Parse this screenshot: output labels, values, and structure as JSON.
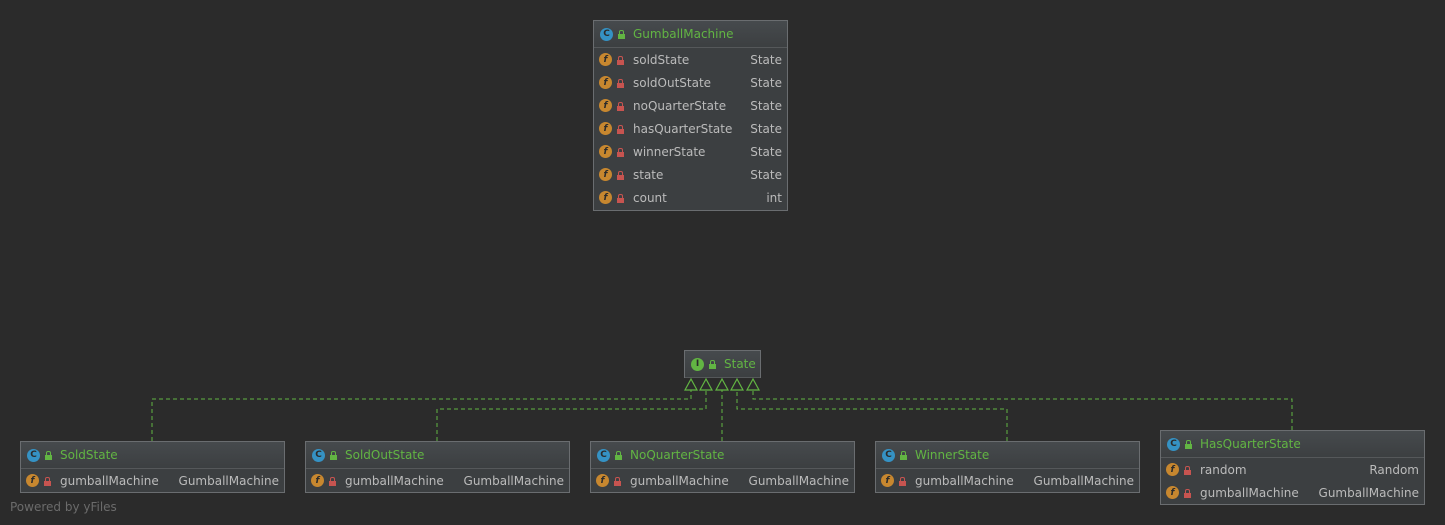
{
  "diagram": {
    "edge_type": "realization",
    "colors": {
      "background": "#2b2b2b",
      "node_fill": "#3c3f41",
      "node_border": "#6a6d70",
      "title": "#62b543",
      "edge": "#62b543",
      "field_badge": "#c7872f",
      "lock": "#c75450",
      "class_badge": "#3592c4"
    },
    "nodes": [
      {
        "id": "gumballmachine",
        "kind": "class",
        "kind_letter": "C",
        "name": "GumballMachine",
        "fields": [
          {
            "name": "soldState",
            "type": "State"
          },
          {
            "name": "soldOutState",
            "type": "State"
          },
          {
            "name": "noQuarterState",
            "type": "State"
          },
          {
            "name": "hasQuarterState",
            "type": "State"
          },
          {
            "name": "winnerState",
            "type": "State"
          },
          {
            "name": "state",
            "type": "State"
          },
          {
            "name": "count",
            "type": "int"
          }
        ]
      },
      {
        "id": "state",
        "kind": "interface",
        "kind_letter": "I",
        "name": "State",
        "fields": []
      },
      {
        "id": "soldstate",
        "kind": "class",
        "kind_letter": "C",
        "name": "SoldState",
        "fields": [
          {
            "name": "gumballMachine",
            "type": "GumballMachine"
          }
        ]
      },
      {
        "id": "soldoutstate",
        "kind": "class",
        "kind_letter": "C",
        "name": "SoldOutState",
        "fields": [
          {
            "name": "gumballMachine",
            "type": "GumballMachine"
          }
        ]
      },
      {
        "id": "noquarterstate",
        "kind": "class",
        "kind_letter": "C",
        "name": "NoQuarterState",
        "fields": [
          {
            "name": "gumballMachine",
            "type": "GumballMachine"
          }
        ]
      },
      {
        "id": "winnerstate",
        "kind": "class",
        "kind_letter": "C",
        "name": "WinnerState",
        "fields": [
          {
            "name": "gumballMachine",
            "type": "GumballMachine"
          }
        ]
      },
      {
        "id": "hasquarterstate",
        "kind": "class",
        "kind_letter": "C",
        "name": "HasQuarterState",
        "fields": [
          {
            "name": "random",
            "type": "Random"
          },
          {
            "name": "gumballMachine",
            "type": "GumballMachine"
          }
        ]
      }
    ],
    "edges": [
      {
        "from": "soldstate",
        "to": "state"
      },
      {
        "from": "soldoutstate",
        "to": "state"
      },
      {
        "from": "noquarterstate",
        "to": "state"
      },
      {
        "from": "winnerstate",
        "to": "state"
      },
      {
        "from": "hasquarterstate",
        "to": "state"
      }
    ]
  },
  "watermark": "Powered by yFiles"
}
